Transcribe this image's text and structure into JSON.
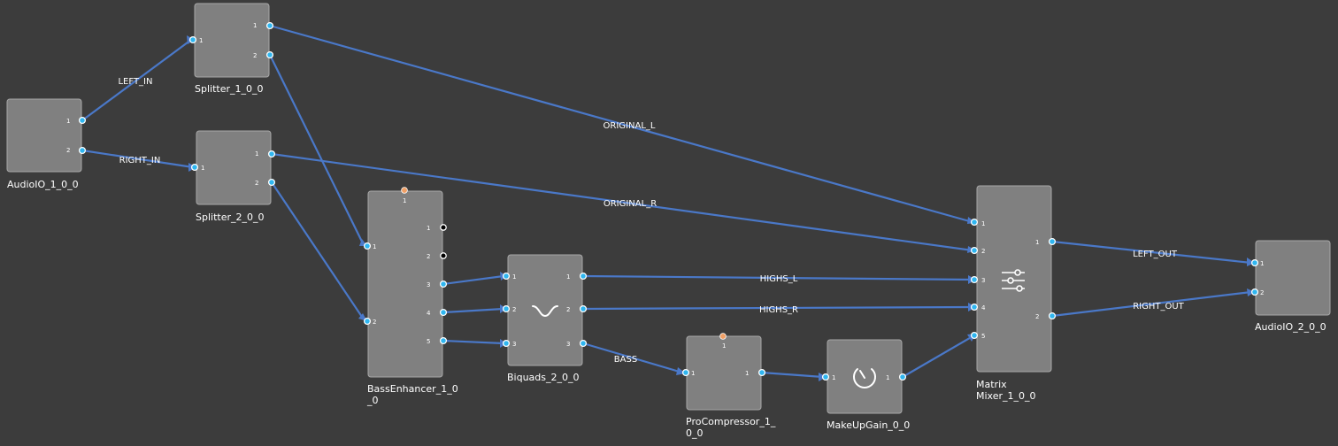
{
  "blocks": {
    "audioio_in": {
      "label_lines": [
        "AudioIO_1_0_0"
      ]
    },
    "splitter1": {
      "label_lines": [
        "Splitter_1_0_0"
      ]
    },
    "splitter2": {
      "label_lines": [
        "Splitter_2_0_0"
      ]
    },
    "bassenhancer": {
      "label_lines": [
        "BassEnhancer_1_0",
        "_0"
      ]
    },
    "biquads": {
      "label_lines": [
        "Biquads_2_0_0"
      ],
      "icon": "filter-curve-icon"
    },
    "procompressor": {
      "label_lines": [
        "ProCompressor_1_",
        "0_0"
      ]
    },
    "makeupgain": {
      "label_lines": [
        "MakeUpGain_0_0"
      ],
      "icon": "gain-knob-icon"
    },
    "matrixmixer": {
      "label_lines": [
        "Matrix",
        "Mixer_1_0_0"
      ],
      "icon": "mixer-sliders-icon"
    },
    "audioio_out": {
      "label_lines": [
        "AudioIO_2_0_0"
      ]
    }
  },
  "pin_numbers": {
    "one": "1",
    "two": "2",
    "three": "3",
    "four": "4",
    "five": "5"
  },
  "wires": {
    "left_in": "LEFT_IN",
    "right_in": "RIGHT_IN",
    "original_l": "ORIGINAL_L",
    "original_r": "ORIGINAL_R",
    "highs_l": "HIGHS_L",
    "highs_r": "HIGHS_R",
    "bass": "BASS",
    "left_out": "LEFT_OUT",
    "right_out": "RIGHT_OUT"
  },
  "colors": {
    "background": "#3c3c3c",
    "block": "#808080",
    "wire": "#4a78c8",
    "pin": "#2fb6f0",
    "control_pin": "#f0a066"
  }
}
